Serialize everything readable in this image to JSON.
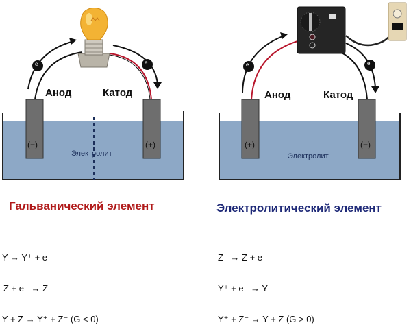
{
  "galvanic": {
    "anode_label": "Анод",
    "cathode_label": "Катод",
    "anode_sign": "(−)",
    "cathode_sign": "(+)",
    "electrolyte_label": "Электролит",
    "electron_symbol": "e",
    "title": "Гальванический элемент",
    "equations": [
      "Y → Y⁺ + e⁻",
      "Z + e⁻ → Z⁻",
      "Y + Z → Y⁺ + Z⁻ (G < 0)"
    ]
  },
  "electrolytic": {
    "anode_label": "Анод",
    "cathode_label": "Катод",
    "anode_sign": "(+)",
    "cathode_sign": "(−)",
    "electrolyte_label": "Электролит",
    "electron_symbol": "e",
    "title": "Электролитический элемент",
    "equations": [
      "Z⁻ → Z + e⁻",
      "Y⁺ + e⁻ → Y",
      "Y⁺ + Z⁻ → Y + Z (G > 0)"
    ]
  },
  "colors": {
    "electrolyte": "#8da8c6",
    "electrode": "#6e6e6e",
    "red_wire": "#b8162c",
    "galvanic_title": "#b01a1a",
    "electrolytic_title": "#1f2a78"
  }
}
